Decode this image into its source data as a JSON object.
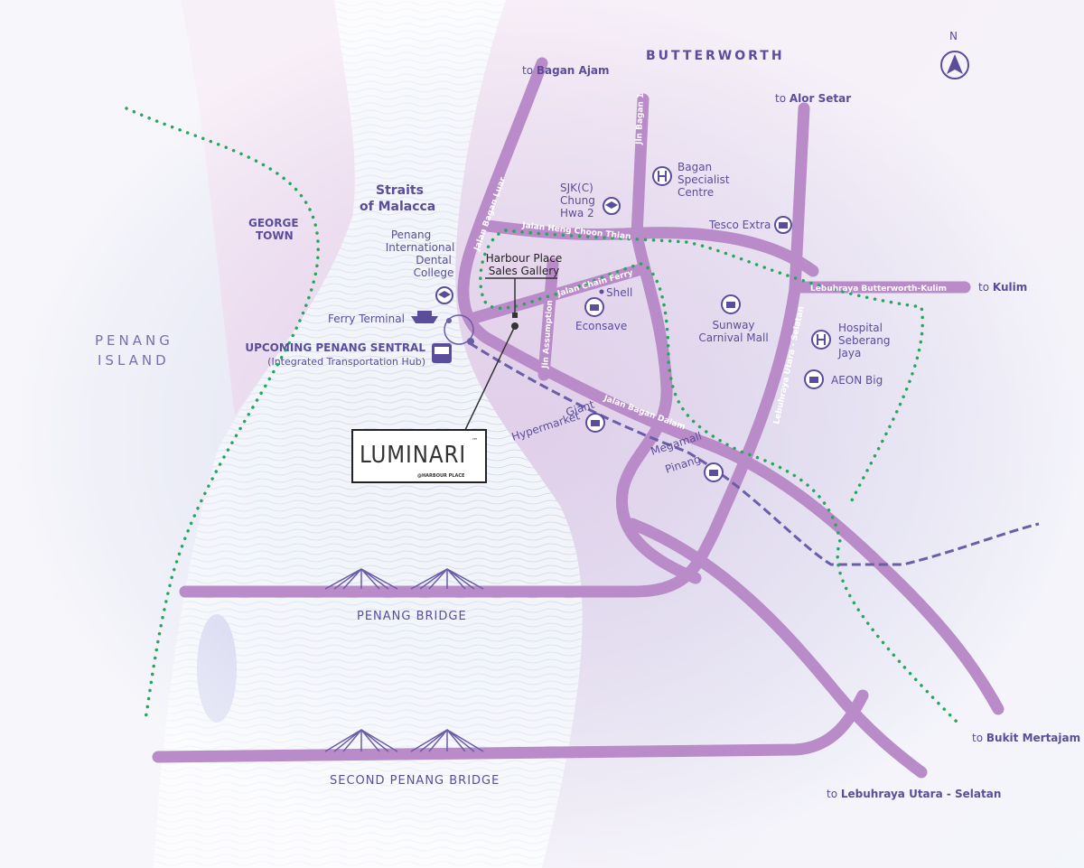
{
  "header": {
    "town": "BUTTERWORTH",
    "compass": "N"
  },
  "regions": {
    "penang_island": [
      "PENANG",
      "ISLAND"
    ],
    "george_town": [
      "GEORGE",
      "TOWN"
    ],
    "straits": [
      "Straits",
      "of Malacca"
    ]
  },
  "destinations": [
    {
      "prefix": "to",
      "name": "Bagan Ajam"
    },
    {
      "prefix": "to",
      "name": "Alor Setar"
    },
    {
      "prefix": "to",
      "name": "Kulim"
    },
    {
      "prefix": "to",
      "name": "Bukit Mertajam"
    },
    {
      "prefix": "to",
      "name": "Lebuhraya Utara - Selatan"
    }
  ],
  "roads": [
    "Jalan Bagan Luar",
    "Jalan Heng Choon Thian",
    "Jln Bagan 1",
    "Jalan Chain Ferry",
    "Jln Assumption",
    "Jalan Bagan Dalam",
    "Lebuhraya Butterworth-Kulim",
    "Lebuhraya Utara - Selatan"
  ],
  "pois": {
    "sjkc": [
      "SJK(C)",
      "Chung",
      "Hwa 2"
    ],
    "bagan_specialist": [
      "Bagan",
      "Specialist",
      "Centre"
    ],
    "tesco": "Tesco Extra",
    "dental": [
      "Penang",
      "International",
      "Dental",
      "College"
    ],
    "shell": "Shell",
    "econsave": "Econsave",
    "sunway": [
      "Sunway",
      "Carnival Mall"
    ],
    "hospital_sj": [
      "Hospital",
      "Seberang",
      "Jaya"
    ],
    "aeon": "AEON Big",
    "giant": [
      "Giant",
      "Hypermarket"
    ],
    "megamall": [
      "Megamall",
      "Pinang"
    ],
    "ferry": "Ferry Terminal",
    "sentral": [
      "UPCOMING PENANG SENTRAL",
      "(Integrated Transportation Hub)"
    ],
    "sales_gallery": [
      "Harbour Place",
      "Sales Gallery"
    ]
  },
  "bridges": [
    "PENANG BRIDGE",
    "SECOND PENANG BRIDGE"
  ],
  "logo": {
    "name": "LUMINARI",
    "tm": "™",
    "sub": "@HARBOUR PLACE"
  },
  "colors": {
    "road": "#b98bc8",
    "land": "#e8d3ea",
    "text": "#5b4d9c",
    "route": "#2aa55e"
  }
}
